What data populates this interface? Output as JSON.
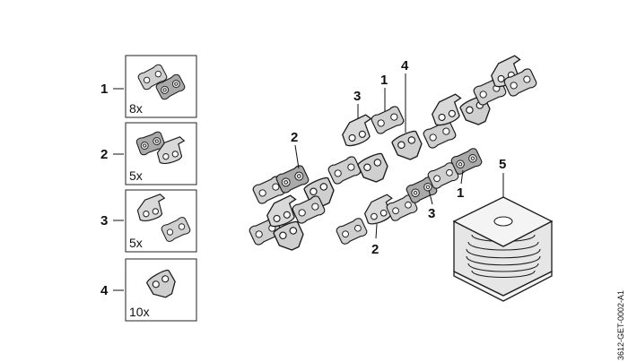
{
  "callouts": {
    "kit_1": "1",
    "kit_2": "2",
    "kit_3": "3",
    "kit_4": "4",
    "chain_upper_2": "2",
    "chain_upper_3": "3",
    "chain_upper_1": "1",
    "chain_upper_4": "4",
    "chain_lower_2": "2",
    "chain_lower_3": "3",
    "chain_lower_1": "1",
    "spool_5": "5"
  },
  "quantities": {
    "kit_1": "8x",
    "kit_2": "5x",
    "kit_3": "5x",
    "kit_4": "10x"
  },
  "document_id": "3612-GET-0002-A1"
}
